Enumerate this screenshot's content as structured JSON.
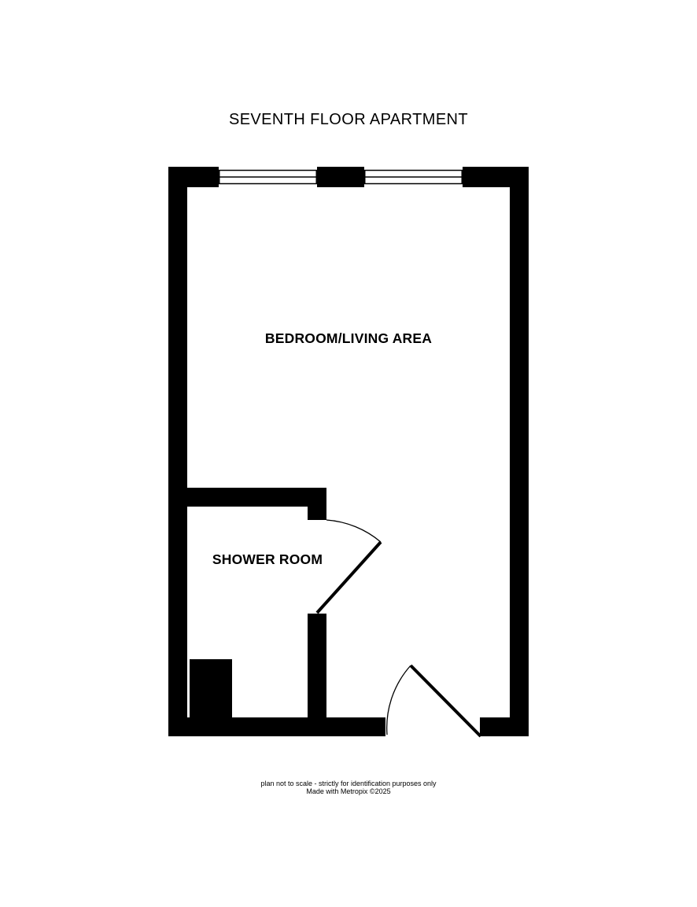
{
  "page": {
    "title": "SEVENTH FLOOR APARTMENT"
  },
  "floorplan": {
    "rooms": [
      {
        "label": "BEDROOM/LIVING AREA"
      },
      {
        "label": "SHOWER ROOM"
      }
    ],
    "features": [
      "window-top-left",
      "window-top-right",
      "shower-door",
      "entrance-door",
      "storage-block"
    ],
    "colors": {
      "wall": "#000000",
      "floor": "#ffffff"
    }
  },
  "footer": {
    "line1": "plan not to scale - strictly for identification purposes only",
    "line2": "Made with Metropix ©2025"
  }
}
